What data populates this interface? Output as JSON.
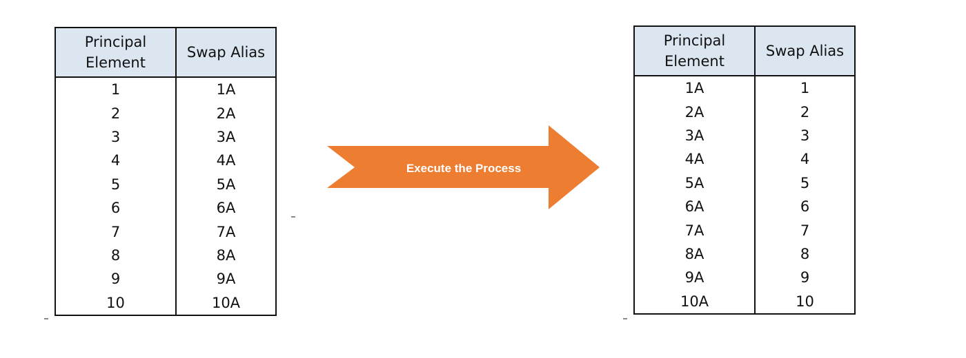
{
  "arrow": {
    "label": "Execute the Process",
    "color": "#ed7d31"
  },
  "tables": {
    "before": {
      "header_color": "#dce6f1",
      "headers": [
        "Principal Element",
        "Swap Alias"
      ],
      "rows": [
        [
          "1",
          "1A"
        ],
        [
          "2",
          "2A"
        ],
        [
          "3",
          "3A"
        ],
        [
          "4",
          "4A"
        ],
        [
          "5",
          "5A"
        ],
        [
          "6",
          "6A"
        ],
        [
          "7",
          "7A"
        ],
        [
          "8",
          "8A"
        ],
        [
          "9",
          "9A"
        ],
        [
          "10",
          "10A"
        ]
      ]
    },
    "after": {
      "header_color": "#dce6f1",
      "headers": [
        "Principal Element",
        "Swap Alias"
      ],
      "rows": [
        [
          "1A",
          "1"
        ],
        [
          "2A",
          "2"
        ],
        [
          "3A",
          "3"
        ],
        [
          "4A",
          "4"
        ],
        [
          "5A",
          "5"
        ],
        [
          "6A",
          "6"
        ],
        [
          "7A",
          "7"
        ],
        [
          "8A",
          "8"
        ],
        [
          "9A",
          "9"
        ],
        [
          "10A",
          "10"
        ]
      ]
    }
  }
}
